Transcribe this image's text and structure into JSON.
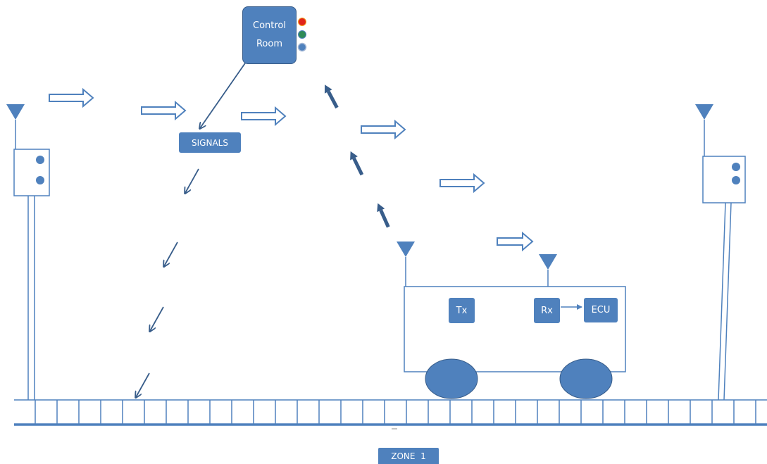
{
  "control_room": {
    "line1": "Control",
    "line2": "Room"
  },
  "signals_label": "SIGNALS",
  "train": {
    "tx_label": "Tx",
    "rx_label": "Rx",
    "ecu_label": "ECU"
  },
  "zone_label": "ZONE  1",
  "colors": {
    "box_fill": "#4f81bd",
    "outline": "#4f81bd",
    "arrow_dark": "#385d8a",
    "light_red": "#e1251b",
    "light_green": "#2e8b57",
    "light_blue": "#4f81bd"
  }
}
